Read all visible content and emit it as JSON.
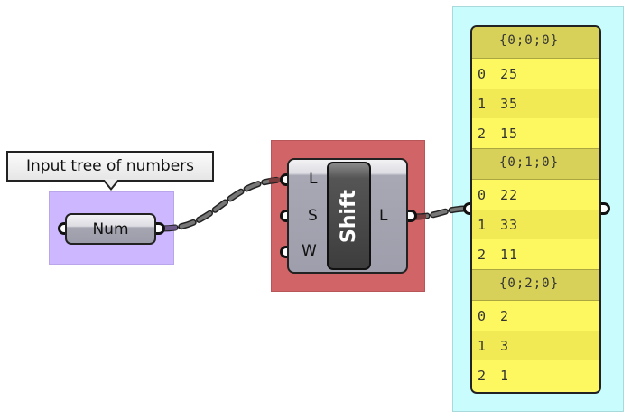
{
  "tooltip": {
    "text": "Input tree of numbers"
  },
  "num_param": {
    "label": "Num"
  },
  "shift_component": {
    "name": "Shift",
    "inputs": [
      "L",
      "S",
      "W"
    ],
    "outputs": [
      "L"
    ]
  },
  "panel": {
    "branches": [
      {
        "path": "{0;0;0}",
        "items": [
          {
            "index": "0",
            "value": "25"
          },
          {
            "index": "1",
            "value": "35"
          },
          {
            "index": "2",
            "value": "15"
          }
        ]
      },
      {
        "path": "{0;1;0}",
        "items": [
          {
            "index": "0",
            "value": "22"
          },
          {
            "index": "1",
            "value": "33"
          },
          {
            "index": "2",
            "value": "11"
          }
        ]
      },
      {
        "path": "{0;2;0}",
        "items": [
          {
            "index": "0",
            "value": "2"
          },
          {
            "index": "1",
            "value": "3"
          },
          {
            "index": "2",
            "value": "1"
          }
        ]
      }
    ]
  },
  "colors": {
    "num_group": "#cdb8ff",
    "shift_group": "#d06466",
    "panel_group": "#c8fcfd",
    "panel_fill": "#fff96a",
    "wire": "#555555"
  }
}
